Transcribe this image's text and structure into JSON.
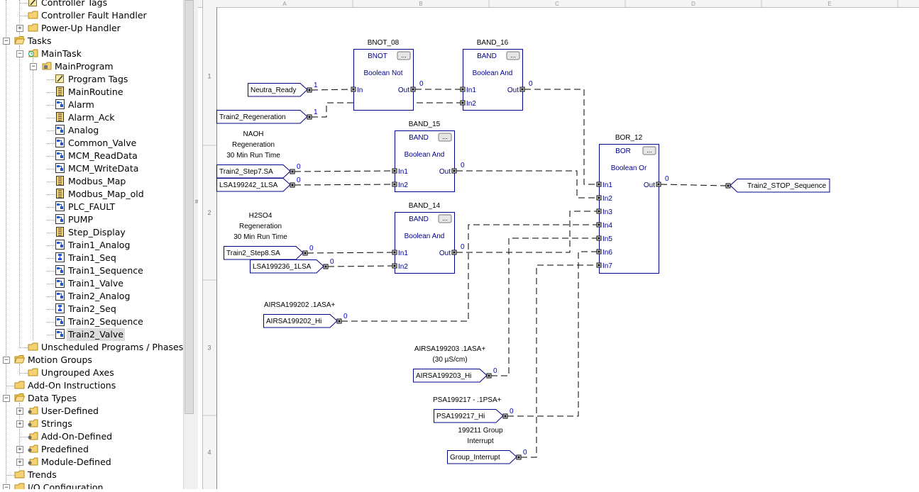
{
  "tree": [
    {
      "label": "Controller Tags",
      "depth": 2,
      "icon": "tag-icon",
      "exp": null
    },
    {
      "label": "Controller Fault Handler",
      "depth": 2,
      "icon": "folder-icon",
      "exp": null
    },
    {
      "label": "Power-Up Handler",
      "depth": 2,
      "icon": "folder-icon",
      "exp": "+"
    },
    {
      "label": "Tasks",
      "depth": 1,
      "icon": "folder-open-icon",
      "exp": "-"
    },
    {
      "label": "MainTask",
      "depth": 2,
      "icon": "task-icon",
      "exp": "-"
    },
    {
      "label": "MainProgram",
      "depth": 3,
      "icon": "program-icon",
      "exp": "-"
    },
    {
      "label": "Program Tags",
      "depth": 4,
      "icon": "tag-icon",
      "exp": null
    },
    {
      "label": "MainRoutine",
      "depth": 4,
      "icon": "ladder-routine-icon",
      "exp": null
    },
    {
      "label": "Alarm",
      "depth": 4,
      "icon": "fbd-routine-icon",
      "exp": null
    },
    {
      "label": "Alarm_Ack",
      "depth": 4,
      "icon": "ladder-routine-icon",
      "exp": null
    },
    {
      "label": "Analog",
      "depth": 4,
      "icon": "fbd-routine-icon",
      "exp": null
    },
    {
      "label": "Common_Valve",
      "depth": 4,
      "icon": "fbd-routine-icon",
      "exp": null
    },
    {
      "label": "MCM_ReadData",
      "depth": 4,
      "icon": "fbd-routine-icon",
      "exp": null
    },
    {
      "label": "MCM_WriteData",
      "depth": 4,
      "icon": "fbd-routine-icon",
      "exp": null
    },
    {
      "label": "Modbus_Map",
      "depth": 4,
      "icon": "ladder-routine-icon",
      "exp": null
    },
    {
      "label": "Modbus_Map_old",
      "depth": 4,
      "icon": "ladder-routine-icon",
      "exp": null
    },
    {
      "label": "PLC_FAULT",
      "depth": 4,
      "icon": "fbd-routine-icon",
      "exp": null
    },
    {
      "label": "PUMP",
      "depth": 4,
      "icon": "fbd-routine-icon",
      "exp": null
    },
    {
      "label": "Step_Display",
      "depth": 4,
      "icon": "ladder-routine-icon",
      "exp": null
    },
    {
      "label": "Train1_Analog",
      "depth": 4,
      "icon": "fbd-routine-icon",
      "exp": null
    },
    {
      "label": "Train1_Seq",
      "depth": 4,
      "icon": "sfc-routine-icon",
      "exp": null
    },
    {
      "label": "Train1_Sequence",
      "depth": 4,
      "icon": "fbd-routine-icon",
      "exp": null
    },
    {
      "label": "Train1_Valve",
      "depth": 4,
      "icon": "fbd-routine-icon",
      "exp": null
    },
    {
      "label": "Train2_Analog",
      "depth": 4,
      "icon": "fbd-routine-icon",
      "exp": null
    },
    {
      "label": "Train2_Seq",
      "depth": 4,
      "icon": "sfc-routine-icon",
      "exp": null
    },
    {
      "label": "Train2_Sequence",
      "depth": 4,
      "icon": "fbd-routine-icon",
      "exp": null
    },
    {
      "label": "Train2_Valve",
      "depth": 4,
      "icon": "fbd-routine-icon",
      "exp": null,
      "selected": true
    },
    {
      "label": "Unscheduled Programs / Phases",
      "depth": 2,
      "icon": "folder-icon",
      "exp": null
    },
    {
      "label": "Motion Groups",
      "depth": 1,
      "icon": "folder-open-icon",
      "exp": "-"
    },
    {
      "label": "Ungrouped Axes",
      "depth": 2,
      "icon": "folder-icon",
      "exp": null
    },
    {
      "label": "Add-On Instructions",
      "depth": 1,
      "icon": "folder-icon",
      "exp": null
    },
    {
      "label": "Data Types",
      "depth": 1,
      "icon": "folder-open-icon",
      "exp": "-"
    },
    {
      "label": "User-Defined",
      "depth": 2,
      "icon": "datatype-folder-icon",
      "exp": "+"
    },
    {
      "label": "Strings",
      "depth": 2,
      "icon": "datatype-folder-icon",
      "exp": "+"
    },
    {
      "label": "Add-On-Defined",
      "depth": 2,
      "icon": "datatype-folder-icon",
      "exp": null
    },
    {
      "label": "Predefined",
      "depth": 2,
      "icon": "datatype-folder-icon",
      "exp": "+"
    },
    {
      "label": "Module-Defined",
      "depth": 2,
      "icon": "datatype-folder-icon",
      "exp": "+"
    },
    {
      "label": "Trends",
      "depth": 1,
      "icon": "folder-icon",
      "exp": null
    },
    {
      "label": "I/O Configuration",
      "depth": 1,
      "icon": "folder-icon",
      "exp": "-"
    }
  ],
  "columns": [
    "A",
    "B",
    "C",
    "D",
    "E"
  ],
  "rows": [
    "1",
    "2",
    "3",
    "4"
  ],
  "blocks": [
    {
      "id": "bnot08",
      "tag": "BNOT_08",
      "type": "BNOT",
      "desc": "Boolean Not",
      "inputs": [
        "In"
      ],
      "output": "Out",
      "outval": "0"
    },
    {
      "id": "band16",
      "tag": "BAND_16",
      "type": "BAND",
      "desc": "Boolean And",
      "inputs": [
        "In1",
        "In2"
      ],
      "output": "Out",
      "outval": "0"
    },
    {
      "id": "band15",
      "tag": "BAND_15",
      "type": "BAND",
      "desc": "Boolean And",
      "inputs": [
        "In1",
        "In2"
      ],
      "output": "Out",
      "outval": "0"
    },
    {
      "id": "band14",
      "tag": "BAND_14",
      "type": "BAND",
      "desc": "Boolean And",
      "inputs": [
        "In1",
        "In2"
      ],
      "output": "Out",
      "outval": "0"
    },
    {
      "id": "bor12",
      "tag": "BOR_12",
      "type": "BOR",
      "desc": "Boolean Or",
      "inputs": [
        "In1",
        "In2",
        "In3",
        "In4",
        "In5",
        "In6",
        "In7"
      ],
      "output": "Out",
      "outval": "0"
    }
  ],
  "irefs": [
    {
      "id": "neutra",
      "tag": "Neutra_Ready",
      "value": "1"
    },
    {
      "id": "regen",
      "tag": "Train2_Regeneration",
      "value": "1"
    },
    {
      "id": "step7",
      "tag": "Train2_Step7.SA",
      "value": "0"
    },
    {
      "id": "lsa242",
      "tag": "LSA199242_1LSA",
      "value": "0"
    },
    {
      "id": "step8",
      "tag": "Train2_Step8.SA",
      "value": "0"
    },
    {
      "id": "lsa236",
      "tag": "LSA199236_1LSA",
      "value": "0"
    },
    {
      "id": "air202",
      "tag": "AIRSA199202_Hi",
      "value": "0"
    },
    {
      "id": "air203",
      "tag": "AIRSA199203_Hi",
      "value": "0"
    },
    {
      "id": "psa217",
      "tag": "PSA199217_Hi",
      "value": "0"
    },
    {
      "id": "grp",
      "tag": "Group_Interrupt",
      "value": "0"
    }
  ],
  "orefs": [
    {
      "id": "stopseq",
      "tag": "Train2_STOP_Sequence"
    }
  ],
  "comments": [
    {
      "id": "c_naoh",
      "lines": [
        "NAOH",
        "Regeneration",
        "30 Min Run Time"
      ]
    },
    {
      "id": "c_h2so4",
      "lines": [
        "H2SO4",
        "Regeneration",
        "30 Min Run Time"
      ]
    },
    {
      "id": "c_air202",
      "lines": [
        "AIRSA199202 .1ASA+"
      ]
    },
    {
      "id": "c_air203",
      "lines": [
        "AIRSA199203 .1ASA+",
        "(30 µS/cm)"
      ]
    },
    {
      "id": "c_psa",
      "lines": [
        "PSA199217 - .1PSA+"
      ]
    },
    {
      "id": "c_grp",
      "lines": [
        "199211 Group",
        "Interrupt"
      ]
    }
  ],
  "colors": {
    "wire": "#000000",
    "block": "#00008b",
    "text": "#00008b",
    "value": "#0000cc",
    "grid": "#c8c8c8"
  }
}
